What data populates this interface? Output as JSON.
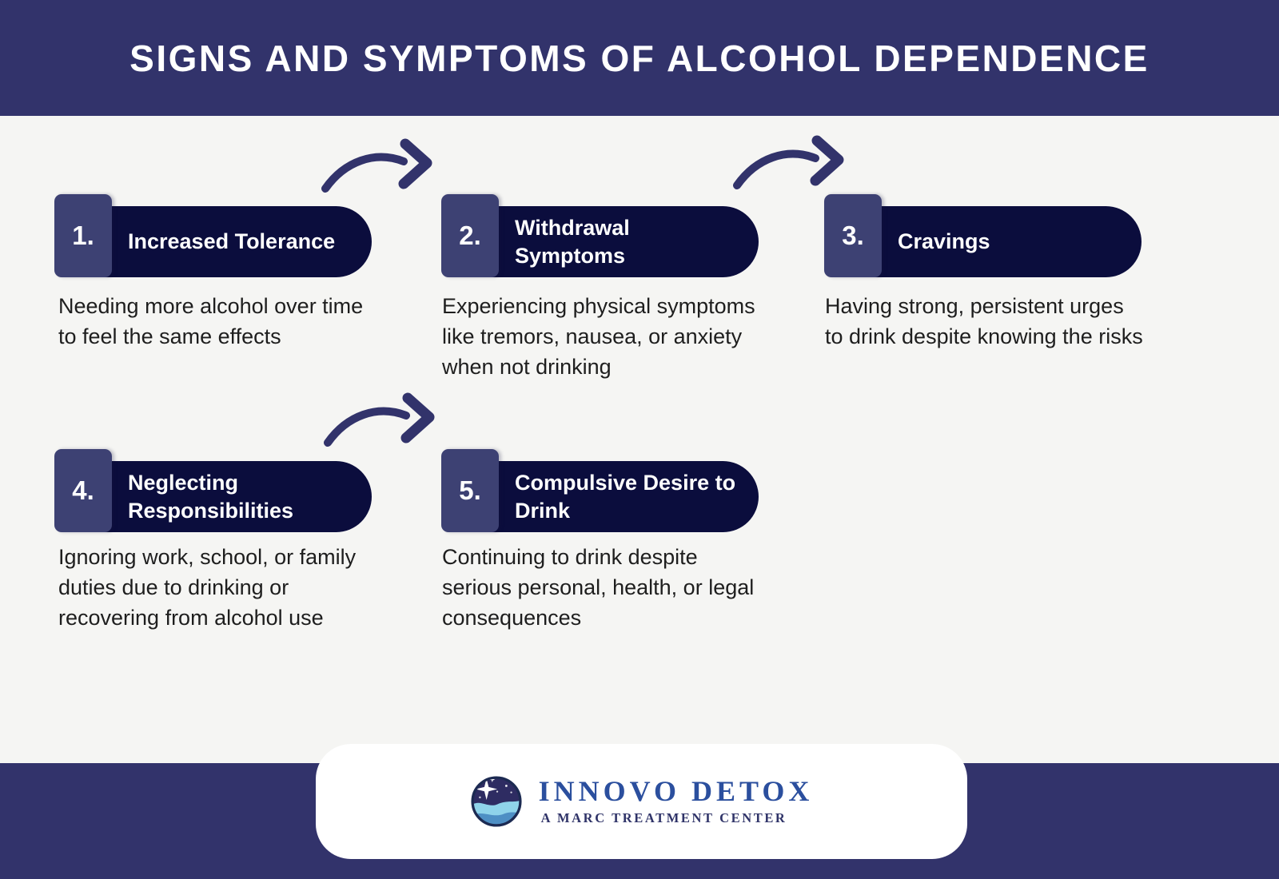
{
  "title": "SIGNS AND SYMPTOMS OF ALCOHOL DEPENDENCE",
  "items": [
    {
      "number": "1.",
      "heading": "Increased Tolerance",
      "description": "Needing more alcohol over time to feel the same effects"
    },
    {
      "number": "2.",
      "heading": "Withdrawal Symptoms",
      "description": "Experiencing physical symptoms like tremors, nausea, or anxiety when not drinking"
    },
    {
      "number": "3.",
      "heading": "Cravings",
      "description": "Having strong, persistent urges to drink despite knowing the risks"
    },
    {
      "number": "4.",
      "heading": "Neglecting Responsibilities",
      "description": "Ignoring work, school, or family duties due to drinking or recovering from alcohol use"
    },
    {
      "number": "5.",
      "heading": "Compulsive Desire to Drink",
      "description": "Continuing to drink despite serious personal, health, or legal consequences"
    }
  ],
  "footer": {
    "brand": "INNOVO DETOX",
    "tagline": "A MARC TREATMENT CENTER"
  },
  "colors": {
    "band_navy": "#32336B",
    "number_box": "#3D4173",
    "pill_dark_navy": "#0B0D3D",
    "background": "#F5F5F3",
    "body_text": "#1E1E1E",
    "arrow_navy": "#32336B",
    "brand_blue": "#2B4F9E",
    "tagline_navy": "#2F3368",
    "logo_sky": "#2E2C62",
    "logo_wave_light": "#8FD3EA",
    "logo_wave_dark": "#4E8FC4"
  }
}
